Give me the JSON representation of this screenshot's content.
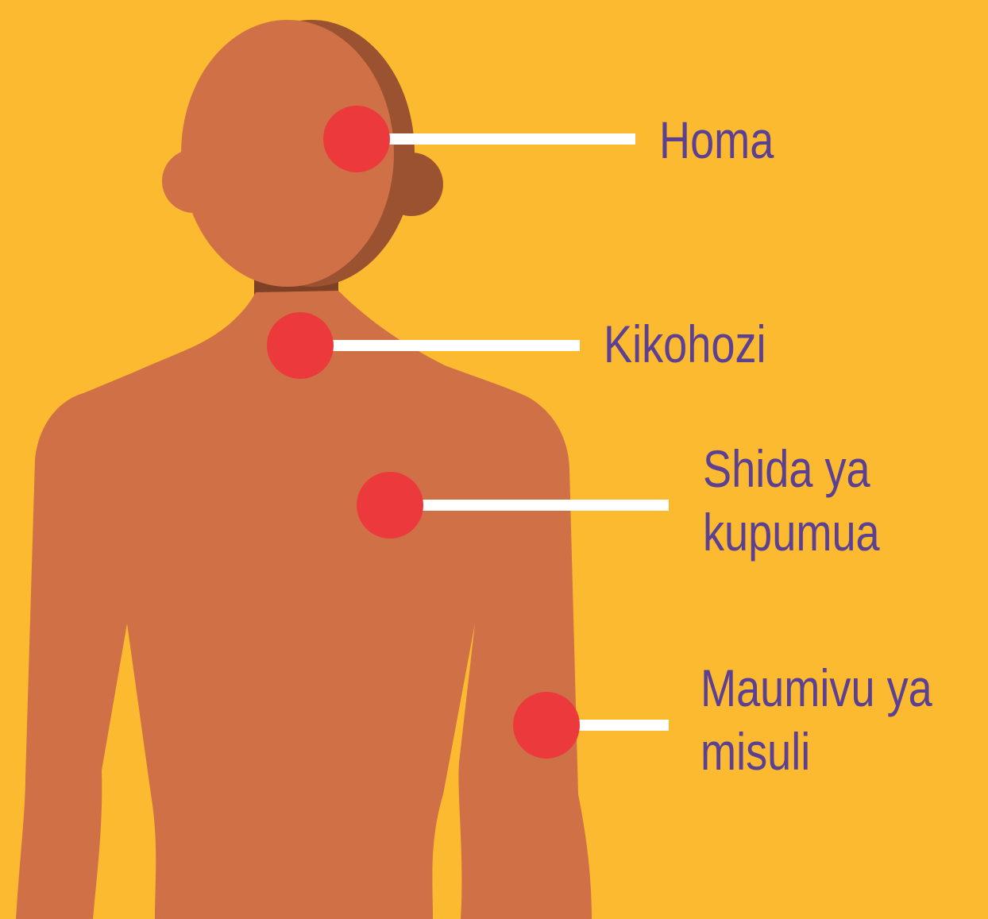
{
  "colors": {
    "background": "#FBBA30",
    "skin": "#D07047",
    "skin_shadow": "#9A5230",
    "neck_shadow": "#7E4125",
    "marker": "#EC3A3C",
    "leader_line": "#FFFFFF",
    "label_text": "#5C4091"
  },
  "figure": {
    "icon": "human-silhouette-icon"
  },
  "symptoms": [
    {
      "id": "fever",
      "lines": [
        "Homa"
      ],
      "location": "head"
    },
    {
      "id": "cough",
      "lines": [
        "Kikohozi"
      ],
      "location": "throat"
    },
    {
      "id": "breathing",
      "lines": [
        "Shida ya",
        "kupumua"
      ],
      "location": "chest"
    },
    {
      "id": "muscle-pain",
      "lines": [
        "Maumivu ya",
        "misuli"
      ],
      "location": "arm"
    }
  ]
}
